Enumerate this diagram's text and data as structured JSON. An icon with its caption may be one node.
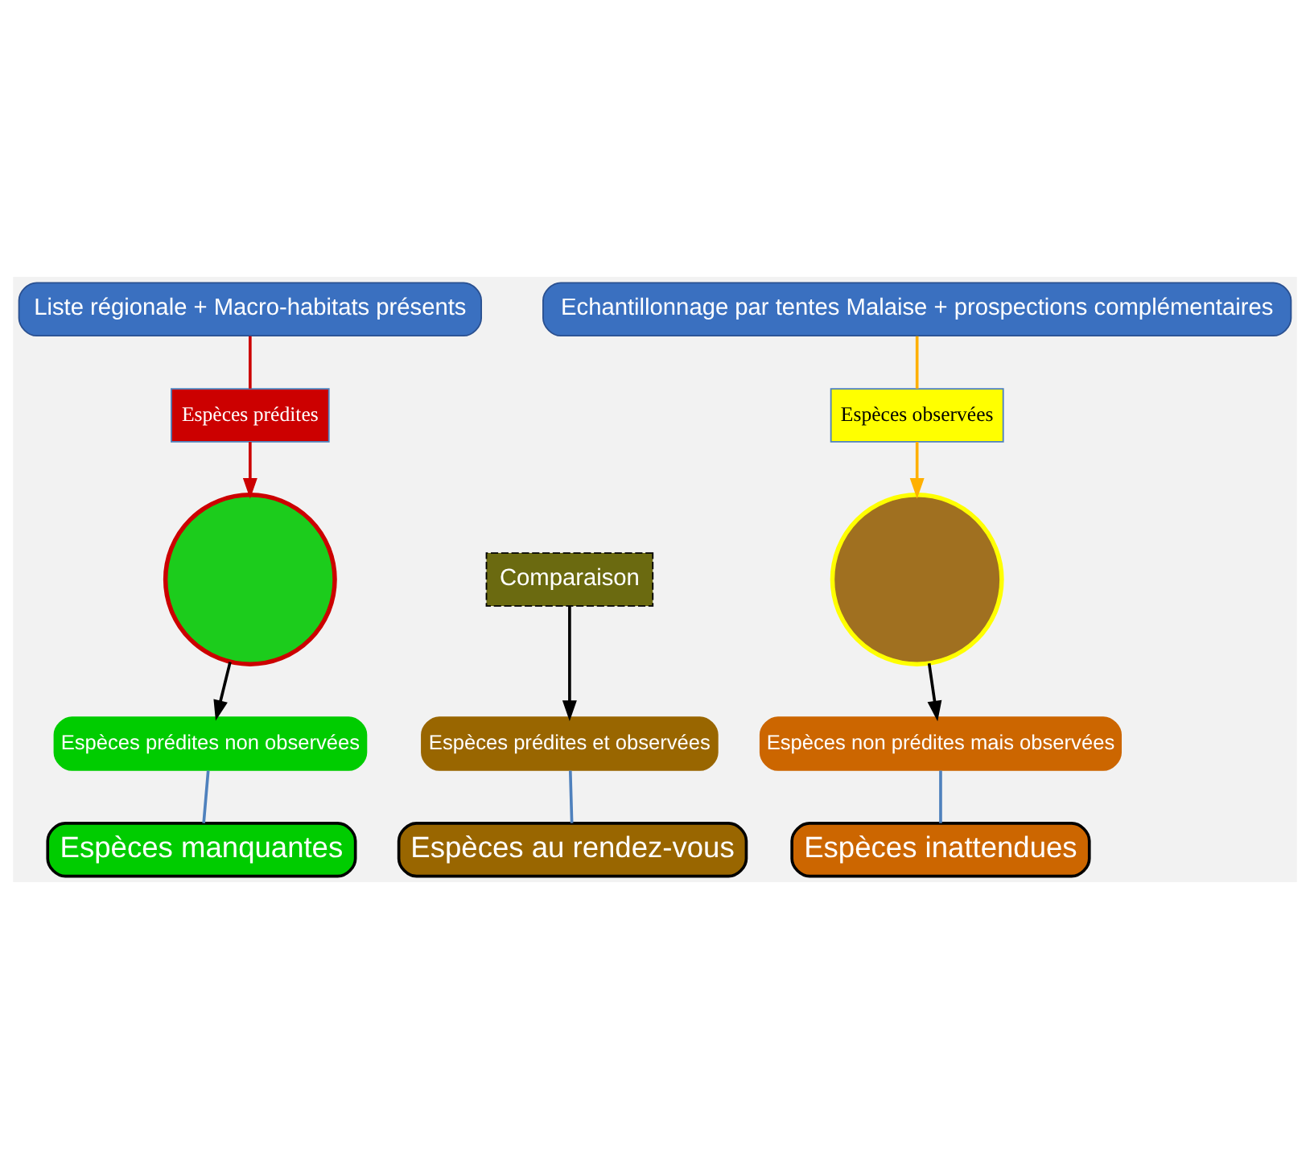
{
  "diagram": {
    "nodes": [
      {
        "text": [
          "Liste régionale + Macro-habitats présents"
        ]
      },
      {
        "text": [
          "Echantillonnage par tentes Malaise + prospections complémentaires"
        ]
      },
      {
        "text": [
          "Espèces prédites"
        ]
      },
      {
        "text": [
          "Espèces observées"
        ]
      },
      {
        "text": [],
        "shape": "circle"
      },
      {
        "text": [],
        "shape": "circle"
      },
      {
        "text": [
          "Comparaison"
        ]
      },
      {
        "text": [
          "Espèces prédites non observées"
        ]
      },
      {
        "text": [
          "Espèces prédites et observées"
        ]
      },
      {
        "text": [
          "Espèces non prédites mais observées"
        ]
      },
      {
        "text": [
          "Espèces manquantes"
        ]
      },
      {
        "text": [
          "Espèces au rendez-vous"
        ]
      },
      {
        "text": [
          "Espèces inattendues"
        ]
      }
    ],
    "edges": [
      {
        "from": 0,
        "to": 2,
        "arrow": "none",
        "color": "#cc0000"
      },
      {
        "from": 2,
        "to": 4,
        "arrow": "to",
        "color": "#cc0000"
      },
      {
        "from": 1,
        "to": 3,
        "arrow": "none",
        "color": "#ffb000"
      },
      {
        "from": 3,
        "to": 5,
        "arrow": "to",
        "color": "#ffb000"
      },
      {
        "from": 4,
        "to": 7,
        "arrow": "to"
      },
      {
        "from": 6,
        "to": 8,
        "arrow": "to"
      },
      {
        "from": 5,
        "to": 9,
        "arrow": "to"
      },
      {
        "from": 7,
        "to": 10,
        "arrow": "none",
        "color": "#4f81bd"
      },
      {
        "from": 8,
        "to": 11,
        "arrow": "none",
        "color": "#4f81bd"
      },
      {
        "from": 9,
        "to": 12,
        "arrow": "none",
        "color": "#4f81bd"
      }
    ]
  }
}
